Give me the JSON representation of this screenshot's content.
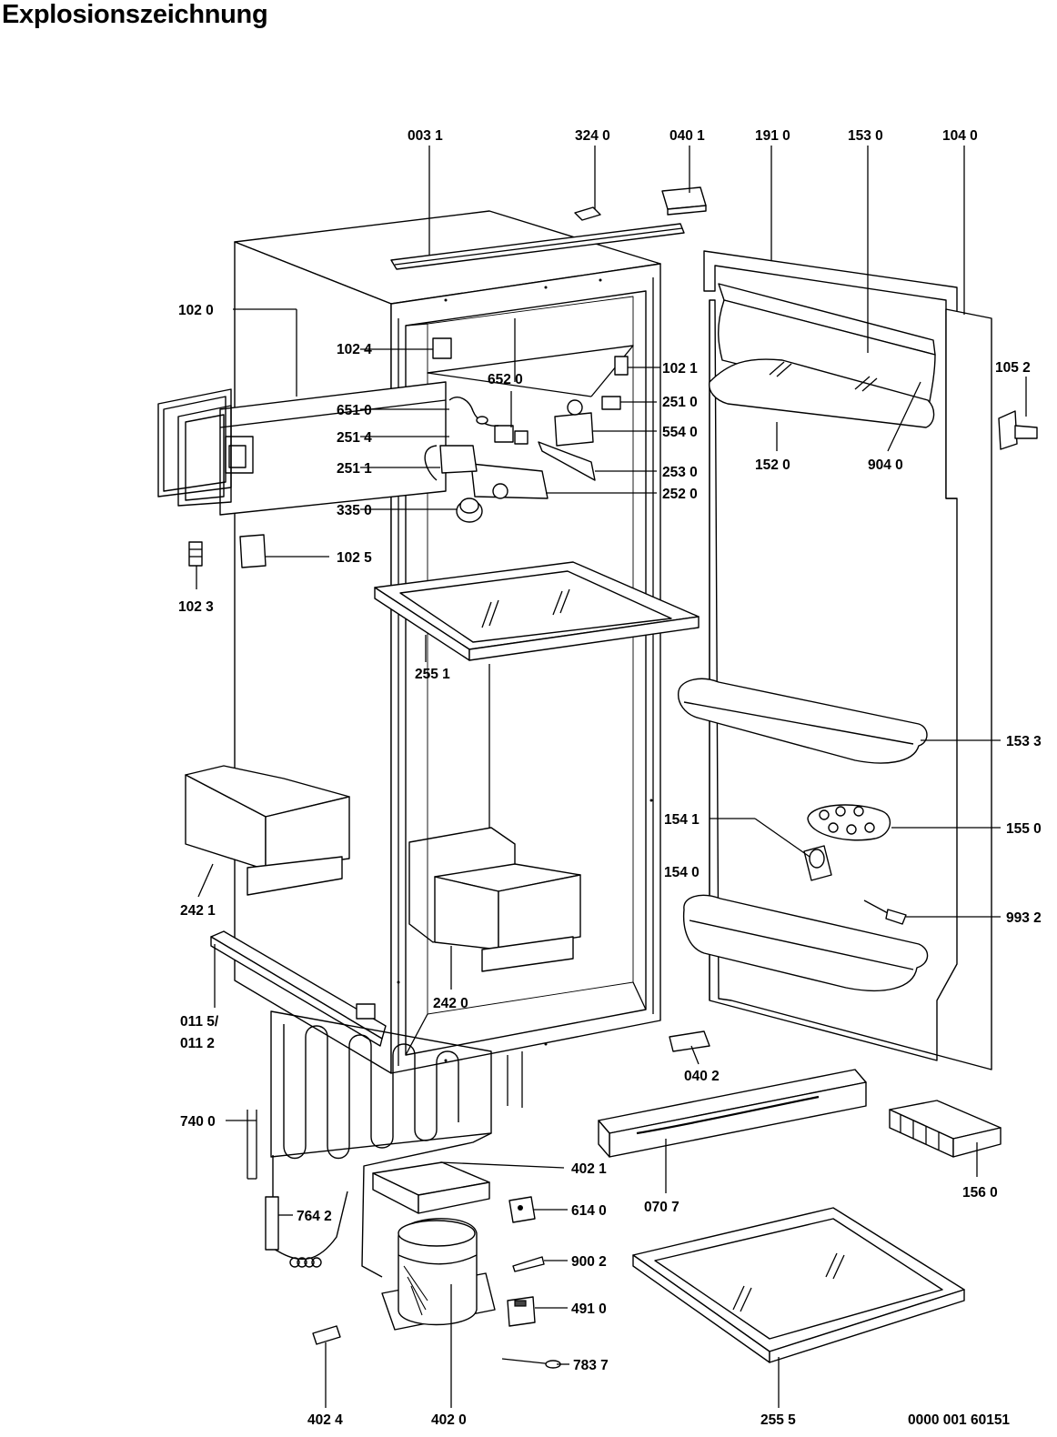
{
  "title": "Explosionszeichnung",
  "drawing_number": "0000 001 60151",
  "parts": {
    "p0031": "003 1",
    "p3240": "324 0",
    "p0401": "040 1",
    "p1910": "191 0",
    "p1530": "153 0",
    "p1040": "104 0",
    "p1020": "102 0",
    "p1024": "102 4",
    "p6520": "652 0",
    "p1021": "102 1",
    "p1052": "105 2",
    "p6510": "651 0",
    "p2510": "251 0",
    "p2514": "251 4",
    "p5540": "554 0",
    "p2511": "251 1",
    "p2530": "253 0",
    "p1520": "152 0",
    "p9040": "904 0",
    "p2520": "252 0",
    "p3350": "335 0",
    "p1025": "102 5",
    "p1023": "102 3",
    "p2551": "255 1",
    "p1533": "153 3",
    "p1541": "154 1",
    "p1550": "155 0",
    "p2421": "242 1",
    "p1540": "154 0",
    "p9932": "993 2",
    "p0115": "011 5/",
    "p0112": "011 2",
    "p2420": "242 0",
    "p0402": "040 2",
    "p7400": "740 0",
    "p4021": "402 1",
    "p0707": "070 7",
    "p1560": "156 0",
    "p6140": "614 0",
    "p7642": "764 2",
    "p9002": "900 2",
    "p4910": "491 0",
    "p7837": "783 7",
    "p4024": "402 4",
    "p4020": "402 0",
    "p2555": "255 5"
  }
}
